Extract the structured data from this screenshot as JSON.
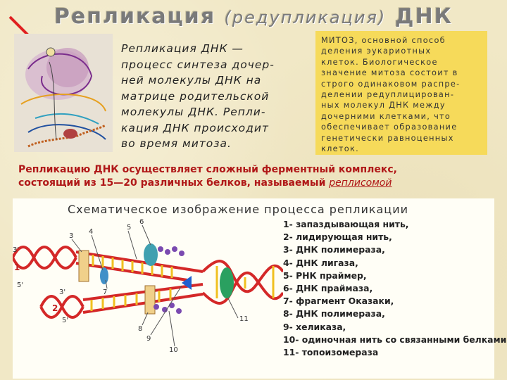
{
  "title": {
    "main": "Репликация",
    "paren": "(редупликация)",
    "suffix": "ДНК"
  },
  "description": [
    "Репликация ДНК —",
    "процесс синтеза дочер-",
    "ней молекулы ДНК на",
    "матрице родительской",
    "молекулы ДНК. Репли-",
    "кация ДНК происходит",
    "во время митоза."
  ],
  "mitosis_box": [
    "МИТОЗ, основной способ",
    "деления эукариотных",
    "клеток. Биологическое",
    "значение митоза состоит в",
    "строго одинаковом распре-",
    "делении редуплицирован-",
    "ных молекул ДНК между",
    "дочерними клетками, что",
    "обеспечивает образование",
    "генетически равноценных",
    "клеток."
  ],
  "enzyme": {
    "line1": "Репликацию ДНК осуществляет сложный ферментный комплекс,",
    "line2_prefix": "состоящий из 15—20 различных белков, называемый ",
    "line2_term": "реплисомой"
  },
  "diagram": {
    "subtitle": "Схематическое изображение процесса репликации",
    "numbers": [
      "1",
      "2",
      "3",
      "4",
      "5",
      "6",
      "7",
      "8",
      "9",
      "10",
      "11"
    ],
    "strand_ends": [
      "3'",
      "5'",
      "3'",
      "5'"
    ],
    "strand_labels": [
      "1",
      "2"
    ]
  },
  "legend": [
    "1- запаздывающая нить,",
    "2- лидирующая нить,",
    "3- ДНК полимераза,",
    "4- ДНК лигаза,",
    "5- РНК праймер,",
    "6- ДНК праймаза,",
    "7- фрагмент Оказаки,",
    "8- ДНК полимераза,",
    "9- хеликаза,",
    "10- одиночная нить со связанными белками,",
    "11- топоизомераза"
  ],
  "colors": {
    "enzyme_text": "#b01818",
    "box": "#f6da5a",
    "strand": "#d42828",
    "rung": "#f0c020",
    "legend_number_1": "#c02020"
  }
}
